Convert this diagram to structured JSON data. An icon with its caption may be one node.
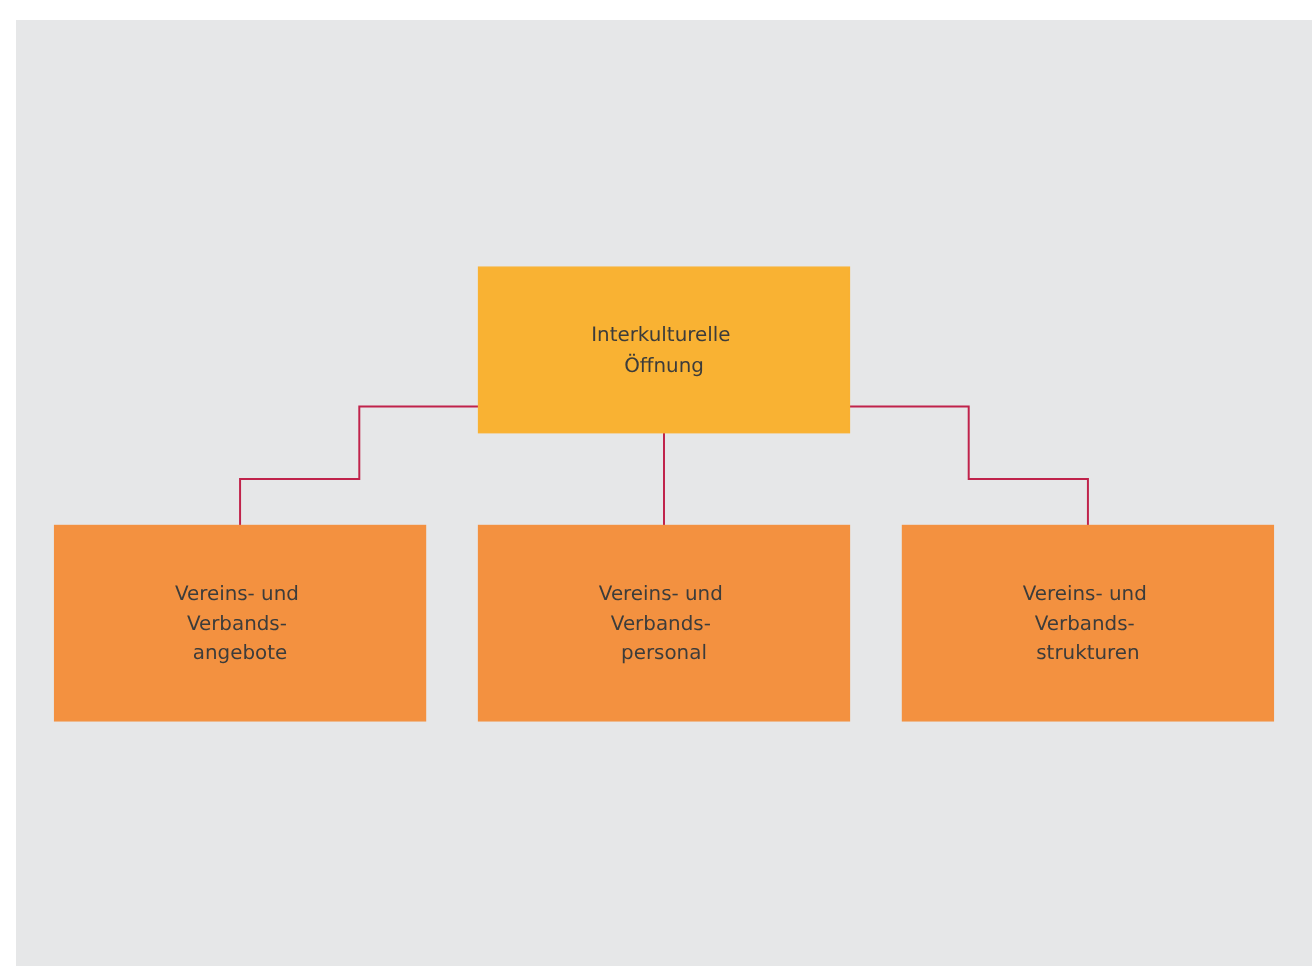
{
  "diagram": {
    "nodes": [
      {
        "text": [
          "Interkulturelle Öffnung"
        ]
      },
      {
        "text": [
          "Vereins- und Verbands- angebote"
        ]
      },
      {
        "text": [
          "Vereins- und Verbands- personal"
        ]
      },
      {
        "text": [
          "Vereins- und Verbands- strukturen"
        ]
      }
    ],
    "edges": [
      {
        "from": 0,
        "to": 1,
        "arrow": "none"
      },
      {
        "from": 0,
        "to": 2,
        "arrow": "none"
      },
      {
        "from": 0,
        "to": 3,
        "arrow": "none"
      }
    ]
  }
}
